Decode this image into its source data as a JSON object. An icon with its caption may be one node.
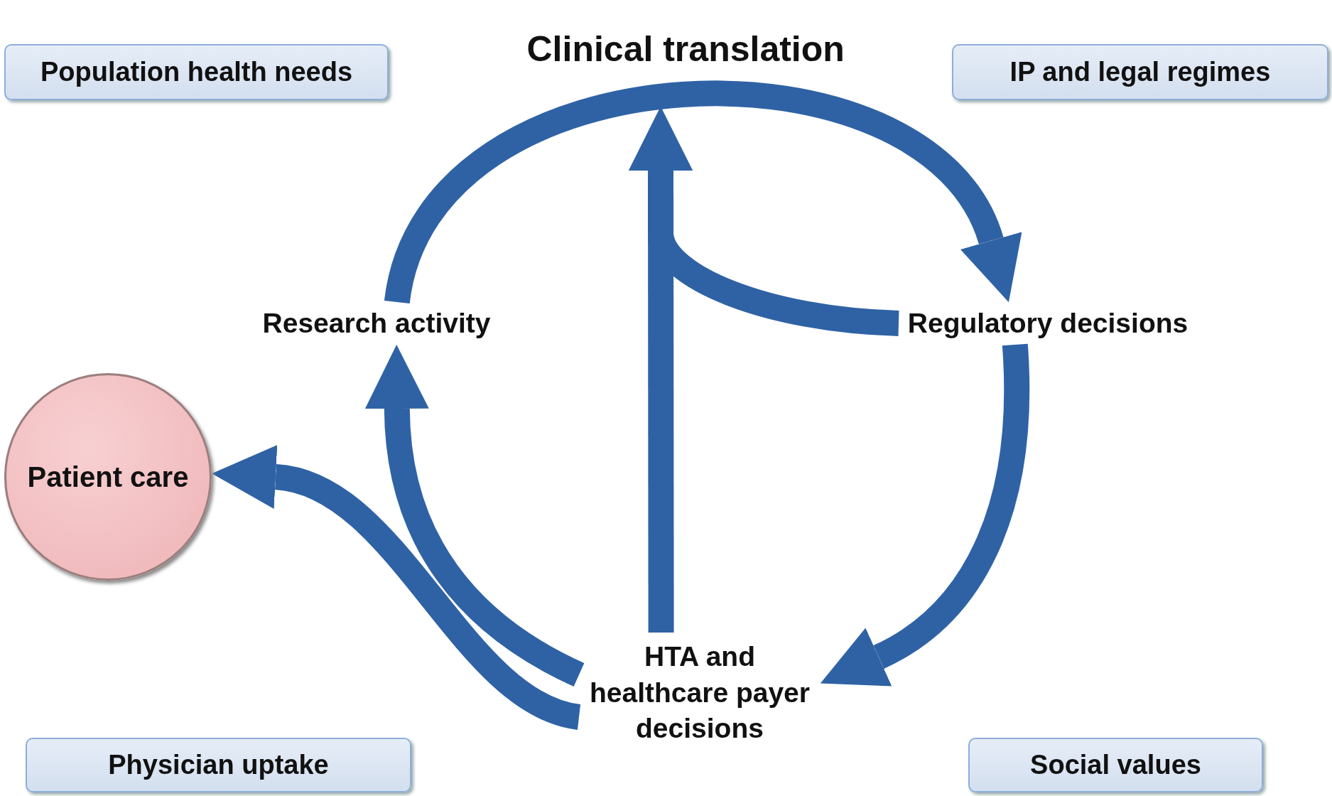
{
  "diagram": {
    "nodes": [
      {
        "text": [
          "Population health needs"
        ]
      },
      {
        "text": [
          "IP and legal regimes"
        ]
      },
      {
        "text": [
          "Research activity"
        ]
      },
      {
        "text": [
          "Regulatory decisions"
        ]
      },
      {
        "text": [
          "Patient care"
        ]
      },
      {
        "text": [
          "HTA and healthcare payer decisions"
        ]
      },
      {
        "text": [
          "Physician uptake"
        ]
      },
      {
        "text": [
          "Social values"
        ]
      }
    ],
    "edges": [
      {
        "from": 2,
        "to": 3,
        "arrow": "to",
        "label": "Clinical translation"
      },
      {
        "from": 3,
        "to": 5,
        "arrow": "to"
      },
      {
        "from": 5,
        "to": 2,
        "arrow": "to"
      },
      {
        "from": 5,
        "to": 4,
        "arrow": "to"
      },
      {
        "from": 5,
        "to": null,
        "arrow": "to"
      },
      {
        "from": 3,
        "to": null,
        "arrow": "to"
      }
    ]
  }
}
